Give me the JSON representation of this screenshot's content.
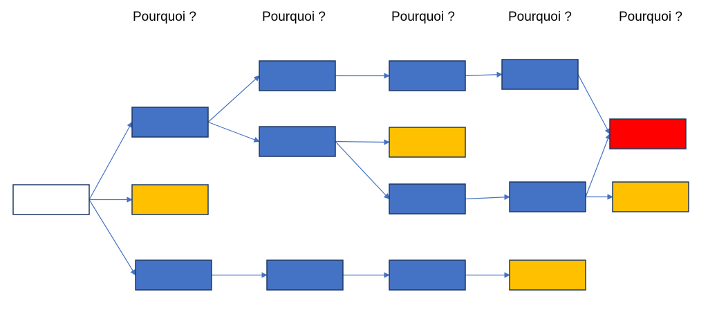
{
  "colors": {
    "blue": "#4472C4",
    "yellow": "#FFC000",
    "red": "#FF0000",
    "white": "#FFFFFF",
    "outline": "#1F3864",
    "arrow": "#4472C4"
  },
  "headers": [
    "Pourquoi ?",
    "Pourquoi ?",
    "Pourquoi ?",
    "Pourquoi ?",
    "Pourquoi ?"
  ],
  "nodes": [
    {
      "id": "root",
      "fill": "white"
    },
    {
      "id": "c1-top",
      "fill": "blue"
    },
    {
      "id": "c1-mid",
      "fill": "yellow"
    },
    {
      "id": "c1-bot",
      "fill": "blue"
    },
    {
      "id": "c2-top",
      "fill": "blue"
    },
    {
      "id": "c2-mid",
      "fill": "blue"
    },
    {
      "id": "c2-bot",
      "fill": "blue"
    },
    {
      "id": "c3-top",
      "fill": "blue"
    },
    {
      "id": "c3-yellow",
      "fill": "yellow"
    },
    {
      "id": "c3-mid",
      "fill": "blue"
    },
    {
      "id": "c3-bot",
      "fill": "blue"
    },
    {
      "id": "c4-top",
      "fill": "blue"
    },
    {
      "id": "c4-mid",
      "fill": "blue"
    },
    {
      "id": "c4-bot",
      "fill": "yellow"
    },
    {
      "id": "c5-red",
      "fill": "red"
    },
    {
      "id": "c5-yellow",
      "fill": "yellow"
    }
  ],
  "edges": [
    {
      "from": "root",
      "to": "c1-top"
    },
    {
      "from": "root",
      "to": "c1-mid"
    },
    {
      "from": "root",
      "to": "c1-bot"
    },
    {
      "from": "c1-top",
      "to": "c2-top"
    },
    {
      "from": "c1-top",
      "to": "c2-mid"
    },
    {
      "from": "c2-top",
      "to": "c3-top"
    },
    {
      "from": "c3-top",
      "to": "c4-top"
    },
    {
      "from": "c4-top",
      "to": "c5-red"
    },
    {
      "from": "c2-mid",
      "to": "c3-yellow"
    },
    {
      "from": "c2-mid",
      "to": "c3-mid"
    },
    {
      "from": "c3-mid",
      "to": "c4-mid"
    },
    {
      "from": "c4-mid",
      "to": "c5-red"
    },
    {
      "from": "c4-mid",
      "to": "c5-yellow"
    },
    {
      "from": "c1-bot",
      "to": "c2-bot"
    },
    {
      "from": "c2-bot",
      "to": "c3-bot"
    },
    {
      "from": "c3-bot",
      "to": "c4-bot"
    }
  ]
}
